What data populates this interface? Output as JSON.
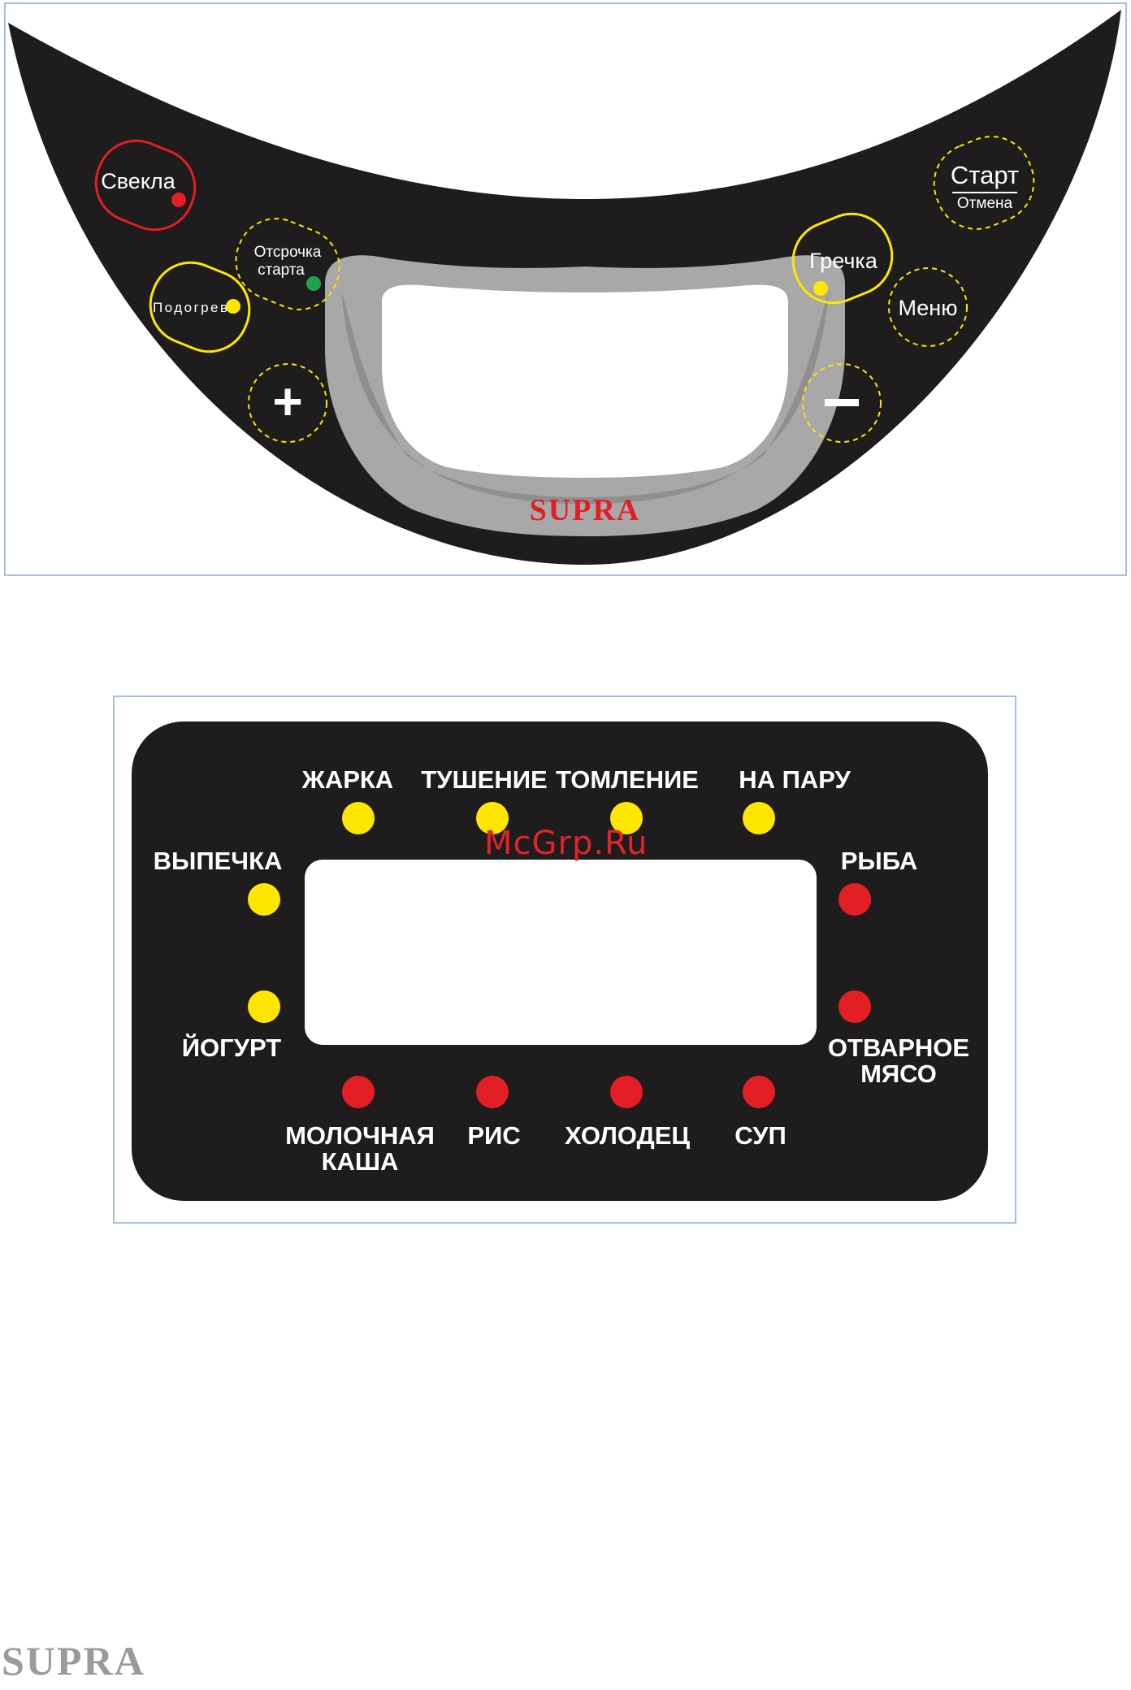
{
  "top_panel": {
    "buttons": {
      "svekla": "Свекла",
      "podogrev": "Подогрев",
      "delay_line1": "Отсрочка",
      "delay_line2": "старта",
      "plus": "+",
      "grechka": "Гречка",
      "menu": "Меню",
      "minus": "−",
      "start": "Старт",
      "cancel": "Отмена"
    },
    "brand": "SUPRA",
    "colors": {
      "body": "#1e1c1c",
      "red": "#e31e24",
      "yellow": "#ffe600",
      "green": "#1ea34a",
      "trim": "#a8a8a8"
    }
  },
  "bottom_panel": {
    "top_modes": [
      "ЖАРКА",
      "ТУШЕНИЕ",
      "ТОМЛЕНИЕ",
      "НА ПАРУ"
    ],
    "left_modes": [
      "ВЫПЕЧКА",
      "ЙОГУРТ"
    ],
    "right_modes": [
      "РЫБА",
      "ОТВАРНОЕ",
      "МЯСО"
    ],
    "bottom_modes": [
      "МОЛОЧНАЯ",
      "КАША",
      "РИС",
      "ХОЛОДЕЦ",
      "СУП"
    ]
  },
  "watermark": "McGrp.Ru",
  "footer_brand": "SUPRA"
}
